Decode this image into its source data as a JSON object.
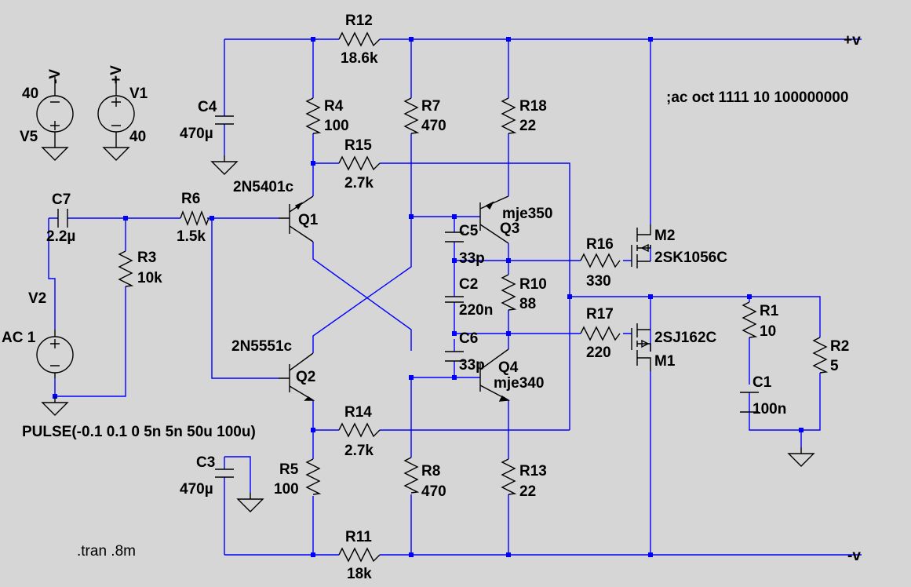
{
  "schematic": {
    "rails": {
      "pos": "+v",
      "neg": "-v"
    },
    "directives": {
      "ac": ";ac oct 1111 10 100000000",
      "tran": ".tran .8m"
    },
    "sources": {
      "V5": {
        "name": "V5",
        "value": "40",
        "label": "-V"
      },
      "V1": {
        "name": "V1",
        "value": "40",
        "label": "+V"
      },
      "V2": {
        "name": "V2",
        "value": "AC 1",
        "pulse": "PULSE(-0.1 0.1 0 5n 5n 50u 100u)"
      }
    },
    "resistors": {
      "R12": {
        "name": "R12",
        "value": "18.6k"
      },
      "R4": {
        "name": "R4",
        "value": "100"
      },
      "R7": {
        "name": "R7",
        "value": "470"
      },
      "R18": {
        "name": "R18",
        "value": "22"
      },
      "R15": {
        "name": "R15",
        "value": "2.7k"
      },
      "R6": {
        "name": "R6",
        "value": "1.5k"
      },
      "R3": {
        "name": "R3",
        "value": "10k"
      },
      "R16": {
        "name": "R16",
        "value": "330"
      },
      "R10": {
        "name": "R10",
        "value": "88"
      },
      "R17": {
        "name": "R17",
        "value": "220"
      },
      "R1": {
        "name": "R1",
        "value": "10"
      },
      "R2": {
        "name": "R2",
        "value": "5"
      },
      "R14": {
        "name": "R14",
        "value": "2.7k"
      },
      "R5": {
        "name": "R5",
        "value": "100"
      },
      "R8": {
        "name": "R8",
        "value": "470"
      },
      "R13": {
        "name": "R13",
        "value": "22"
      },
      "R11": {
        "name": "R11",
        "value": "18k"
      }
    },
    "capacitors": {
      "C4": {
        "name": "C4",
        "value": "470µ"
      },
      "C7": {
        "name": "C7",
        "value": "2.2µ"
      },
      "C5": {
        "name": "C5",
        "value": "33p"
      },
      "C2": {
        "name": "C2",
        "value": "220n"
      },
      "C6": {
        "name": "C6",
        "value": "33p"
      },
      "C1": {
        "name": "C1",
        "value": "100n"
      },
      "C3": {
        "name": "C3",
        "value": "470µ"
      }
    },
    "transistors": {
      "Q1": {
        "name": "Q1",
        "model": "2N5401c"
      },
      "Q2": {
        "name": "Q2",
        "model": "2N5551c"
      },
      "Q3": {
        "name": "Q3",
        "model": "mje350"
      },
      "Q4": {
        "name": "Q4",
        "model": "mje340"
      },
      "M2": {
        "name": "M2",
        "model": "2SK1056C"
      },
      "M1": {
        "name": "M1",
        "model": "2SJ162C"
      }
    }
  }
}
